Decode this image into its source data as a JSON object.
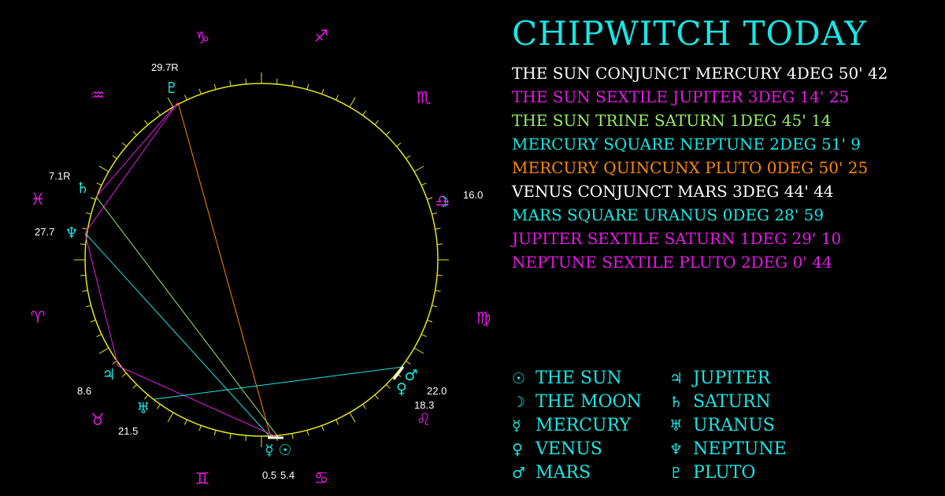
{
  "title": "CHIPWITCH TODAY",
  "colors": {
    "background": "#000000",
    "circle": "#e6e619",
    "cyan": "#19e6e6",
    "magenta": "#e619e6",
    "white": "#ffffff",
    "green": "#99ee66",
    "orange": "#ff8800"
  },
  "aspects": [
    {
      "text": "THE SUN CONJUNCT MERCURY 4DEG 50' 42",
      "color": "#ffffff"
    },
    {
      "text": "THE SUN SEXTILE JUPITER 3DEG 14' 25",
      "color": "#e619e6"
    },
    {
      "text": "THE SUN TRINE SATURN 1DEG 45' 14",
      "color": "#99ee66"
    },
    {
      "text": "MERCURY SQUARE NEPTUNE 2DEG 51' 9",
      "color": "#19e6e6"
    },
    {
      "text": "MERCURY QUINCUNX PLUTO 0DEG 50' 25",
      "color": "#ff8800"
    },
    {
      "text": "VENUS CONJUNCT MARS 3DEG 44' 44",
      "color": "#ffffff"
    },
    {
      "text": "MARS SQUARE URANUS 0DEG 28' 59",
      "color": "#19e6e6"
    },
    {
      "text": "JUPITER SEXTILE SATURN 1DEG 29' 10",
      "color": "#e619e6"
    },
    {
      "text": "NEPTUNE SEXTILE PLUTO 2DEG 0' 44",
      "color": "#e619e6"
    }
  ],
  "legend": {
    "left": [
      {
        "glyph": "☉",
        "icon": "sun-icon",
        "label": "THE SUN"
      },
      {
        "glyph": "☽",
        "icon": "moon-icon",
        "label": "THE MOON"
      },
      {
        "glyph": "☿",
        "icon": "mercury-icon",
        "label": "MERCURY"
      },
      {
        "glyph": "♀",
        "icon": "venus-icon",
        "label": "VENUS"
      },
      {
        "glyph": "♂",
        "icon": "mars-icon",
        "label": "MARS"
      }
    ],
    "right": [
      {
        "glyph": "♃",
        "icon": "jupiter-icon",
        "label": "JUPITER"
      },
      {
        "glyph": "♄",
        "icon": "saturn-icon",
        "label": "SATURN"
      },
      {
        "glyph": "♅",
        "icon": "uranus-icon",
        "label": "URANUS"
      },
      {
        "glyph": "♆",
        "icon": "neptune-icon",
        "label": "NEPTUNE"
      },
      {
        "glyph": "♇",
        "icon": "pluto-icon",
        "label": "PLUTO"
      }
    ]
  },
  "wheel": {
    "signs": [
      {
        "glyph": "♑",
        "icon": "capricorn-icon",
        "color": "#e619e6"
      },
      {
        "glyph": "♐",
        "icon": "sagittarius-icon",
        "color": "#e619e6"
      },
      {
        "glyph": "♏",
        "icon": "scorpio-icon",
        "color": "#e619e6"
      },
      {
        "glyph": "♎",
        "icon": "libra-icon",
        "color": "#e619e6"
      },
      {
        "glyph": "♍",
        "icon": "virgo-icon",
        "color": "#e619e6"
      },
      {
        "glyph": "♌",
        "icon": "leo-icon",
        "color": "#e619e6"
      },
      {
        "glyph": "♋",
        "icon": "cancer-icon",
        "color": "#e619e6"
      },
      {
        "glyph": "♊",
        "icon": "gemini-icon",
        "color": "#e619e6"
      },
      {
        "glyph": "♉",
        "icon": "taurus-icon",
        "color": "#e619e6"
      },
      {
        "glyph": "♈",
        "icon": "aries-icon",
        "color": "#e619e6"
      },
      {
        "glyph": "♓",
        "icon": "pisces-icon",
        "color": "#e619e6"
      },
      {
        "glyph": "♒",
        "icon": "aquarius-icon",
        "color": "#e619e6"
      }
    ],
    "planets": [
      {
        "glyph": "♇",
        "icon": "pluto-icon",
        "degree": "29.7R"
      },
      {
        "glyph": "♄",
        "icon": "saturn-icon",
        "degree": "7.1R"
      },
      {
        "glyph": "♆",
        "icon": "neptune-icon",
        "degree": "27.7"
      },
      {
        "glyph": "☽",
        "icon": "moon-icon",
        "degree": "16.0"
      },
      {
        "glyph": "♂",
        "icon": "mars-icon",
        "degree": "22.0"
      },
      {
        "glyph": "♀",
        "icon": "venus-icon",
        "degree": "18.3"
      },
      {
        "glyph": "♃",
        "icon": "jupiter-icon",
        "degree": "8.6"
      },
      {
        "glyph": "♅",
        "icon": "uranus-icon",
        "degree": "21.5"
      },
      {
        "glyph": "☿",
        "icon": "mercury-icon",
        "degree": "0.5"
      },
      {
        "glyph": "☉",
        "icon": "sun-icon",
        "degree": "5.4"
      }
    ]
  }
}
